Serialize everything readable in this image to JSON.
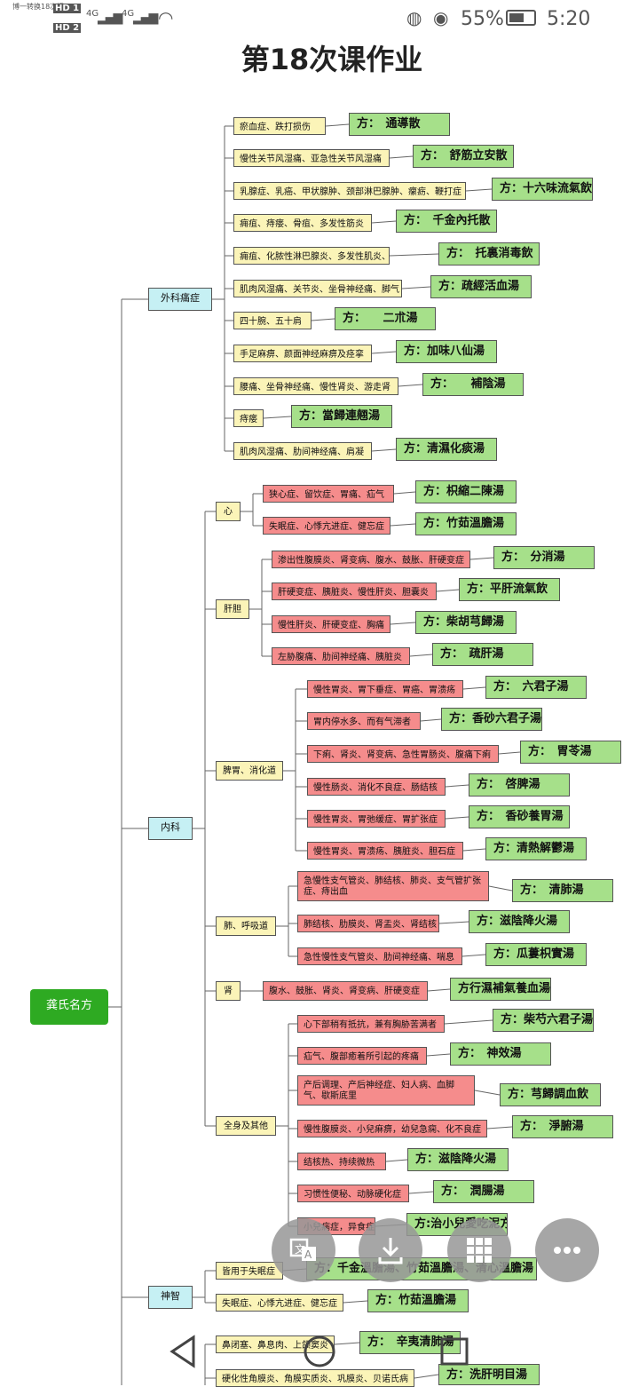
{
  "status": {
    "notification": "博一转换18次课",
    "time": "5:20",
    "battery": "55%",
    "signal_icons": [
      "hd1-icon",
      "4g-signal-icon",
      "4g-signal-icon",
      "wifi-icon"
    ],
    "hd1": "HD 1",
    "hd2": "HD 2",
    "net1": "4G",
    "net2": "4G"
  },
  "title": "第18次课作业",
  "root": "龚氏名方",
  "categories": {
    "surgery": "外科痛症",
    "internal": "内科",
    "mind": "神智"
  },
  "subs": {
    "heart": "心",
    "liver": "肝胆",
    "stomach": "脾胃、消化道",
    "lung": "肺、呼吸道",
    "kidney": "肾",
    "body": "全身及其他"
  },
  "surgery_items": [
    {
      "sym": "瘀血症、跌打损伤",
      "rx": "方：　通導散"
    },
    {
      "sym": "慢性关节风湿痛、亚急性关节风湿痛",
      "rx": "方：　舒筋立安散"
    },
    {
      "sym": "乳腺症、乳癌、甲状腺肿、颈部淋巴腺肿、瘰疬、鞭打症",
      "rx": "方：十六味流氣飲"
    },
    {
      "sym": "痈疽、痔瘘、骨疽、多发性筋炎",
      "rx": "方：　千金內托散"
    },
    {
      "sym": "痈疽、化脓性淋巴腺炎、多发性肌炎、骨疽",
      "rx": "方：　托裏消毒飲"
    },
    {
      "sym": "肌肉风湿痛、关节炎、坐骨神经痛、脚气",
      "rx": "方：疏經活血湯"
    },
    {
      "sym": "四十腕、五十肩",
      "rx": "方：　　二朮湯"
    },
    {
      "sym": "手足麻痹、颜面神经麻痹及痉挛",
      "rx": "方：加味八仙湯"
    },
    {
      "sym": "腰痛、坐骨神经痛、慢性肾炎、游走肾",
      "rx": "方：　　補陰湯"
    },
    {
      "sym": "痔瘘",
      "rx": "方：當歸連翹湯"
    },
    {
      "sym": "肌肉风湿痛、肋间神经痛、肩凝",
      "rx": "方：清濕化痰湯"
    }
  ],
  "heart_items": [
    {
      "sym": "狭心症、留饮症、胃痛、疝气",
      "rx": "方：枳縮二陳湯"
    },
    {
      "sym": "失眠症、心悸亢进症、健忘症",
      "rx": "方：竹茹溫膽湯"
    }
  ],
  "liver_items": [
    {
      "sym": "渗出性腹膜炎、肾变病、腹水、鼓胀、肝硬变症",
      "rx": "方：　分消湯"
    },
    {
      "sym": "肝硬变症、胰脏炎、慢性肝炎、胆囊炎",
      "rx": "方：平肝流氣飲"
    },
    {
      "sym": "慢性肝炎、肝硬变症、胸痛",
      "rx": "方：柴胡芎歸湯"
    },
    {
      "sym": "左胁腹痛、肋间神经痛、胰脏炎",
      "rx": "方：　疏肝湯"
    }
  ],
  "stomach_items": [
    {
      "sym": "慢性胃炎、胃下垂症、胃癌、胃溃疡",
      "rx": "方：　六君子湯"
    },
    {
      "sym": "胃内停水多、而有气滞者",
      "rx": "方：香砂六君子湯"
    },
    {
      "sym": "下痢、肾炎、肾变病、急性胃肠炎、腹痛下痢",
      "rx": "方：　胃苓湯"
    },
    {
      "sym": "慢性肠炎、消化不良症、肠结核",
      "rx": "方：　啓脾湯"
    },
    {
      "sym": "慢性胃炎、胃弛缓症、胃扩张症",
      "rx": "方：　香砂養胃湯"
    },
    {
      "sym": "慢性胃炎、胃溃疡、胰脏炎、胆石症",
      "rx": "方：清熱解鬱湯"
    }
  ],
  "lung_items": [
    {
      "sym": "急慢性支气管炎、肺结核、肺炎、支气管扩张症、痔出血",
      "rx": "方：　清肺湯"
    },
    {
      "sym": "肺结核、肋膜炎、肾盂炎、肾结核",
      "rx": "方：滋陰降火湯"
    },
    {
      "sym": "急性慢性支气管炎、肋间神经痛、喘息",
      "rx": "方：瓜蔞枳實湯"
    }
  ],
  "kidney_items": [
    {
      "sym": "腹水、鼓胀、肾炎、肾变病、肝硬变症",
      "rx": "方行濕補氣養血湯"
    }
  ],
  "body_items": [
    {
      "sym": "心下部稍有抵抗，兼有胸胁苦满者",
      "rx": "方：柴芍六君子湯"
    },
    {
      "sym": "疝气、腹部癒着所引起的疼痛",
      "rx": "方：　神效湯"
    },
    {
      "sym": "产后调理、产后神经症、妇人病、血脚气、歇斯底里",
      "rx": "方：芎歸調血飲"
    },
    {
      "sym": "慢性腹膜炎、小兒痳痹，幼兒急痫、化不良症",
      "rx": "方：　淨腑湯"
    },
    {
      "sym": "结核热、持续微热",
      "rx": "方：滋陰降火湯"
    },
    {
      "sym": "习惯性便秘、动脉硬化症",
      "rx": "方：　潤腸湯"
    },
    {
      "sym": "小兒病症，异食症",
      "rx": "方:治小兒愛吃泥方"
    }
  ],
  "mind_items": [
    {
      "sym": "皆用于失眠症",
      "rx": "方：千金溫膽湯、竹茹溫膽湯、清心溫膽湯"
    },
    {
      "sym": "失眠症、心悸亢进症、健忘症",
      "rx": "方：竹茹溫膽湯"
    }
  ],
  "bottom_items": [
    {
      "sym": "鼻闭塞、鼻息肉、上颌窦炎",
      "rx": "方：　辛夷清肺湯"
    },
    {
      "sym": "硬化性角膜炎、角膜实质炎、巩膜炎、贝诺氏病",
      "rx": "方：洗肝明目湯"
    }
  ],
  "fabs": [
    "translate-icon",
    "download-icon",
    "grid-icon",
    "more-icon"
  ],
  "colors": {
    "symptom": "#fbf4b8",
    "symptom_red": "#f58c8c",
    "formula": "#a6e08a",
    "category": "#c6f0f4",
    "root": "#2eaa22"
  }
}
